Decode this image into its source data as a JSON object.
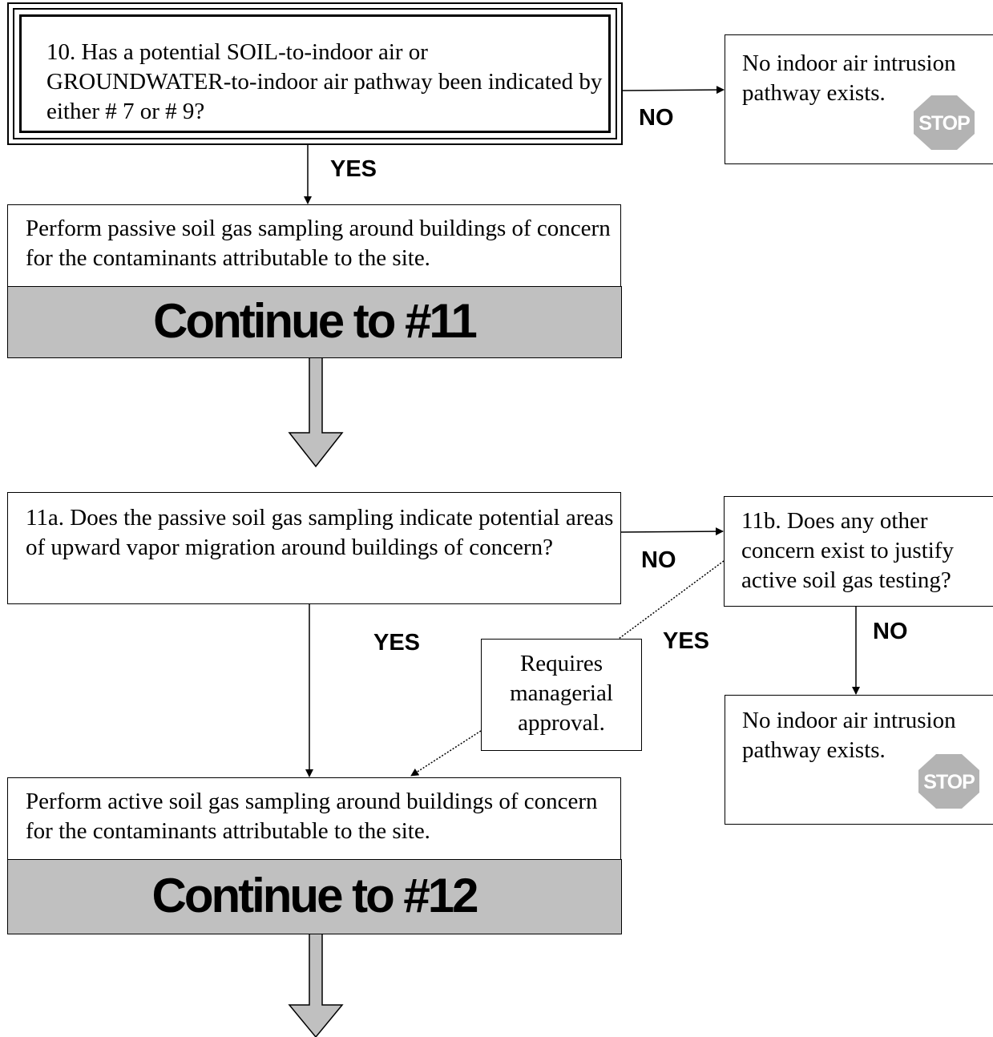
{
  "nodes": {
    "q10": "10. Has a potential SOIL-to-indoor air or GROUNDWATER-to-indoor air pathway been indicated by either # 7 or # 9?",
    "end1": "No indoor air intrusion pathway exists.",
    "perform1": "Perform passive soil gas sampling around buildings of concern for the contaminants attributable to the site.",
    "continue11": "Continue to #11",
    "q11a": "11a. Does the passive soil gas sampling indicate potential areas of upward vapor migration around buildings of concern?",
    "q11b": "11b. Does any other concern exist to justify active soil gas testing?",
    "end2": "No indoor air intrusion pathway exists.",
    "approval": "Requires managerial approval.",
    "perform2": "Perform active soil gas sampling around buildings of concern for the contaminants attributable to the site.",
    "continue12": "Continue to #12"
  },
  "labels": {
    "no1": "NO",
    "yes1": "YES",
    "no2": "NO",
    "yes2": "YES",
    "yes3": "YES",
    "no3": "NO"
  },
  "stop_sign_text": "STOP",
  "colors": {
    "continue_bar": "#c0c0c0",
    "stop_sign": "#b3b3b3"
  }
}
